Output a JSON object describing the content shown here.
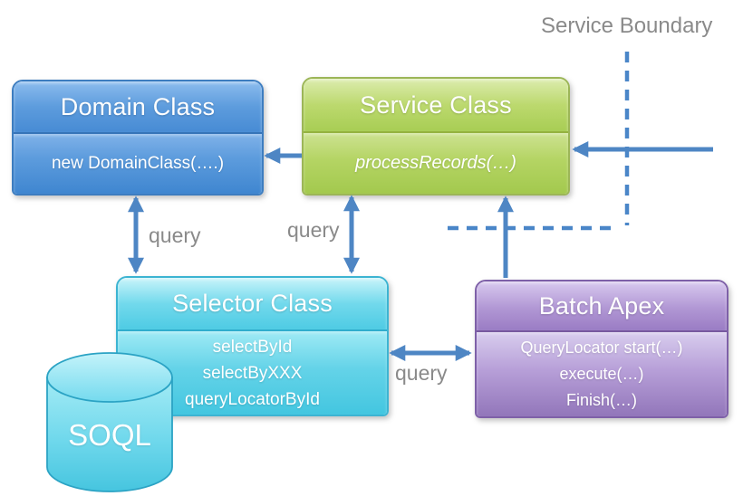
{
  "boundary": {
    "label": "Service Boundary"
  },
  "labels": {
    "query_domain": "query",
    "query_service": "query",
    "query_batch": "query"
  },
  "boxes": {
    "domain": {
      "title": "Domain Class",
      "method": "new DomainClass(….)"
    },
    "service": {
      "title": "Service Class",
      "method": "processRecords(…)"
    },
    "selector": {
      "title": "Selector Class",
      "methods": [
        "selectById",
        "selectByXXX",
        "queryLocatorById"
      ]
    },
    "batch": {
      "title": "Batch Apex",
      "methods": [
        "QueryLocator start(…)",
        "execute(…)",
        "Finish(…)"
      ]
    }
  },
  "database": {
    "label": "SOQL"
  },
  "colors": {
    "arrow": "#4e86c4",
    "boundary_line": "#4a86c8",
    "gray_text": "#8a8a8a",
    "blue_box": "#4a90d8",
    "green_box": "#aed05c",
    "cyan_box": "#4cc9e2",
    "purple_box": "#9f84c8",
    "white_text": "#ffffff"
  }
}
